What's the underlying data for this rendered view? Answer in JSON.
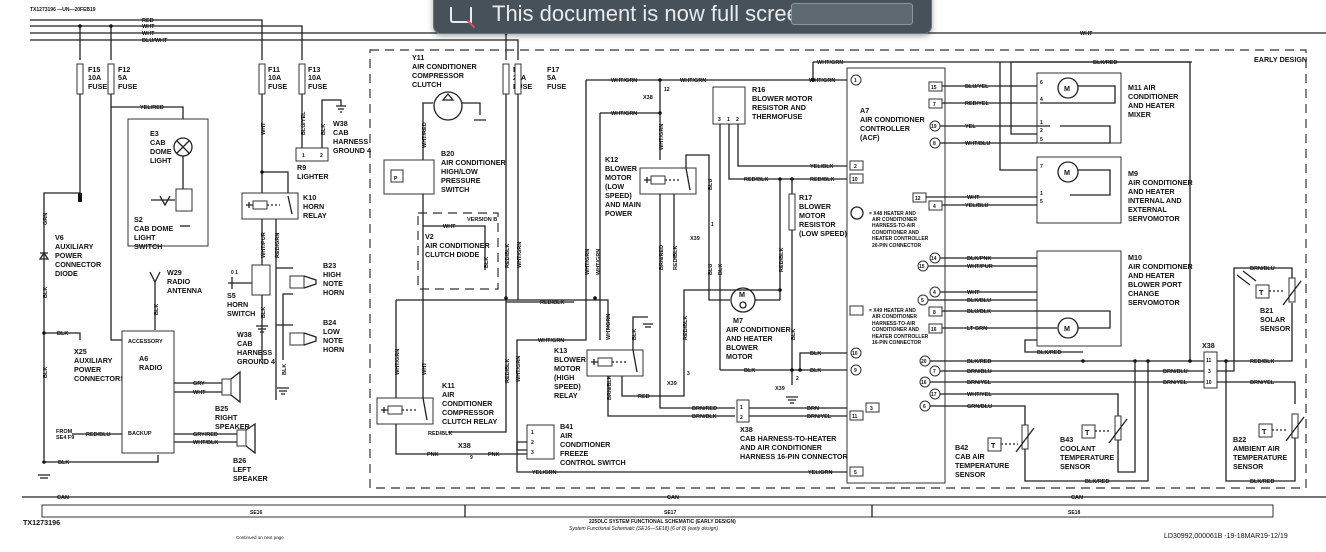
{
  "header": {
    "doc_code": "TX1273196 —UN—20FEB19",
    "region_label": "EARLY DESIGN"
  },
  "toast": {
    "message": "This document is now full screen",
    "icon": "fullscreen-exit-icon"
  },
  "bus_wires": [
    "RED",
    "WHT",
    "WHT",
    "BLU/WHT"
  ],
  "fuses": [
    {
      "id": "F15",
      "rating": "10A",
      "type": "FUSE"
    },
    {
      "id": "F12",
      "rating": "5A",
      "type": "FUSE"
    },
    {
      "id": "F11",
      "rating": "10A",
      "type": "FUSE"
    },
    {
      "id": "F13",
      "rating": "10A",
      "type": "FUSE"
    },
    {
      "id": "F3",
      "rating": "20A",
      "type": "FUSE"
    },
    {
      "id": "F17",
      "rating": "5A",
      "type": "FUSE"
    }
  ],
  "components": {
    "E3": [
      "E3",
      "CAB",
      "DOME",
      "LIGHT"
    ],
    "S2": [
      "S2",
      "CAB DOME",
      "LIGHT",
      "SWITCH"
    ],
    "V6": [
      "V6",
      "AUXILIARY",
      "POWER",
      "CONNECTOR",
      "DIODE"
    ],
    "X25": [
      "X25",
      "AUXILIARY",
      "POWER",
      "CONNECTORS"
    ],
    "W29": [
      "W29",
      "RADIO",
      "ANTENNA"
    ],
    "A6": [
      "A6",
      "RADIO"
    ],
    "A6_pins": {
      "accessory": "ACCESSORY",
      "backup": "BACKUP"
    },
    "from_label": [
      "FROM",
      "SE4 F9"
    ],
    "B25": [
      "B25",
      "RIGHT",
      "SPEAKER"
    ],
    "B26": [
      "B26",
      "LEFT",
      "SPEAKER"
    ],
    "R9": [
      "R9",
      "LIGHTER"
    ],
    "W38a": [
      "W38",
      "CAB",
      "HARNESS",
      "GROUND 4"
    ],
    "W38b": [
      "W38",
      "CAB",
      "HARNESS",
      "GROUND 4"
    ],
    "K10": [
      "K10",
      "HORN",
      "RELAY"
    ],
    "S5": [
      "S5",
      "HORN",
      "SWITCH"
    ],
    "B23": [
      "B23",
      "HIGH",
      "NOTE",
      "HORN"
    ],
    "B24": [
      "B24",
      "LOW",
      "NOTE",
      "HORN"
    ],
    "Y11": [
      "Y11",
      "AIR CONDITIONER",
      "COMPRESSOR",
      "CLUTCH"
    ],
    "B20": [
      "B20",
      "AIR CONDITIONER",
      "HIGH/LOW",
      "PRESSURE",
      "SWITCH"
    ],
    "V2": [
      "V2",
      "AIR CONDITIONER",
      "CLUTCH DIODE"
    ],
    "V2_version": "VERSION B",
    "K11": [
      "K11",
      "AIR",
      "CONDITIONER",
      "COMPRESSOR",
      "CLUTCH RELAY"
    ],
    "B41": [
      "B41",
      "AIR",
      "CONDITIONER",
      "FREEZE",
      "CONTROL SWITCH"
    ],
    "K12": [
      "K12",
      "BLOWER",
      "MOTOR",
      "(LOW",
      "SPEED)",
      "AND MAIN",
      "POWER"
    ],
    "K13": [
      "K13",
      "BLOWER",
      "MOTOR",
      "(HIGH",
      "SPEED)",
      "RELAY"
    ],
    "R16": [
      "R16",
      "BLOWER MOTOR",
      "RESISTOR AND",
      "THERMOFUSE"
    ],
    "R17": [
      "R17",
      "BLOWER",
      "MOTOR",
      "RESISTOR",
      "(LOW SPEED)"
    ],
    "M7": [
      "M7",
      "AIR CONDITIONER",
      "AND HEATER",
      "BLOWER",
      "MOTOR"
    ],
    "X38_main": [
      "X38",
      "CAB HARNESS-TO-HEATER",
      "AND AIR CONDITIONER",
      "HARNESS 16-PIN CONNECTOR"
    ],
    "A7": [
      "A7",
      "AIR CONDITIONER",
      "CONTROLLER",
      "(ACF)"
    ],
    "X48_legend": [
      "= X48 HEATER AND",
      "AIR CONDITIONER",
      "HARNESS-TO-AIR",
      "CONDITIONER AND",
      "HEATER CONTROLLER",
      "20-PIN CONNECTOR"
    ],
    "X49_legend": [
      "= X49 HEATER AND",
      "AIR CONDITIONER",
      "HARNESS-TO-AIR",
      "CONDITIONER AND",
      "HEATER CONTROLLER",
      "16-PIN CONNECTOR"
    ],
    "M11": [
      "M11 AIR",
      "CONDITIONER",
      "AND HEATER",
      "MIXER"
    ],
    "M9": [
      "M9",
      "AIR CONDITIONER",
      "AND HEATER",
      "INTERNAL  AND",
      "EXTERNAL",
      "SERVOMOTOR"
    ],
    "M10": [
      "M10",
      "AIR CONDITIONER",
      "AND HEATER",
      "BLOWER  PORT",
      "CHANGE",
      "SERVOMOTOR"
    ],
    "B21": [
      "B21",
      "SOLAR",
      "SENSOR"
    ],
    "B22": [
      "B22",
      "AMBIENT AIR",
      "TEMPERATURE",
      "SENSOR"
    ],
    "B42": [
      "B42",
      "CAB AIR",
      "TEMPERATURE",
      "SENSOR"
    ],
    "B43": [
      "B43",
      "COOLANT",
      "TEMPERATURE",
      "SENSOR"
    ],
    "X38_right": "X38",
    "X38_small": "X38",
    "X39": "X39"
  },
  "wire_labels": {
    "yel_red": "YEL/RED",
    "grn": "GRN",
    "blk": "BLK",
    "red_blu": "RED/BLU",
    "gry": "GRY",
    "wht": "WHT",
    "gry_red": "GRY/RED",
    "wht_blk": "WHT/BLK",
    "blu_yel": "BLU/YEL",
    "wht_pur": "WHT/PUR",
    "red_grn": "RED/GRN",
    "wht_red": "WHT/RED",
    "red_blk": "RED/BLK",
    "wht_grn": "WHT/GRN",
    "pnk": "PNK",
    "yel_grn": "YEL/GRN",
    "brn_red": "BRN/RED",
    "brn_blk": "BRN/BLK",
    "blu": "BLU",
    "red": "RED",
    "brn": "BRN",
    "brn_yel": "BRN/YEL",
    "yel_blk": "YEL/BLK",
    "red_yel": "RED/YEL",
    "yel": "YEL",
    "wht_blu": "WHT/BLU",
    "yel_blu": "YEL/BLU",
    "blk_pnk": "BLK/PNK",
    "blk_blu": "BLK/BLU",
    "blu_blk": "BLU/BLK",
    "lt_grn": "LT GRN",
    "blk_red": "BLK/RED",
    "brn_blu": "BRN/BLU",
    "wht_yel": "WHT/YEL",
    "grn_blu": "GRN/BLU",
    "can": "CAN"
  },
  "a7_pins": {
    "p1": "1",
    "p15s": "15",
    "p7s": "7",
    "p19": "19",
    "p8": "8",
    "p2s": "2",
    "p10s": "10",
    "p12s": "12",
    "p4s": "4",
    "p14": "14",
    "p15": "15",
    "p4": "4",
    "p5": "5",
    "p8s": "8",
    "p16s": "16",
    "p10": "10",
    "p9": "9",
    "p20": "20",
    "p7": "7",
    "p16": "16",
    "p17": "17",
    "p6": "6",
    "p3s": "3",
    "p11s": "11",
    "p5s": "5"
  },
  "footer": {
    "sections": [
      "SE16",
      "SE17",
      "SE18"
    ],
    "doc_id": "TX1273196",
    "title": "225DLC SYSTEM FUNCTIONAL SCHEMATIC (EARLY DESIGN)",
    "subtitle": "System Functional Schematic (SE16—SE18) (6 of 8) (early design)",
    "continued": "Continued on next page",
    "ref": "LD30992,000061B -19-18MAR19-12/19"
  }
}
